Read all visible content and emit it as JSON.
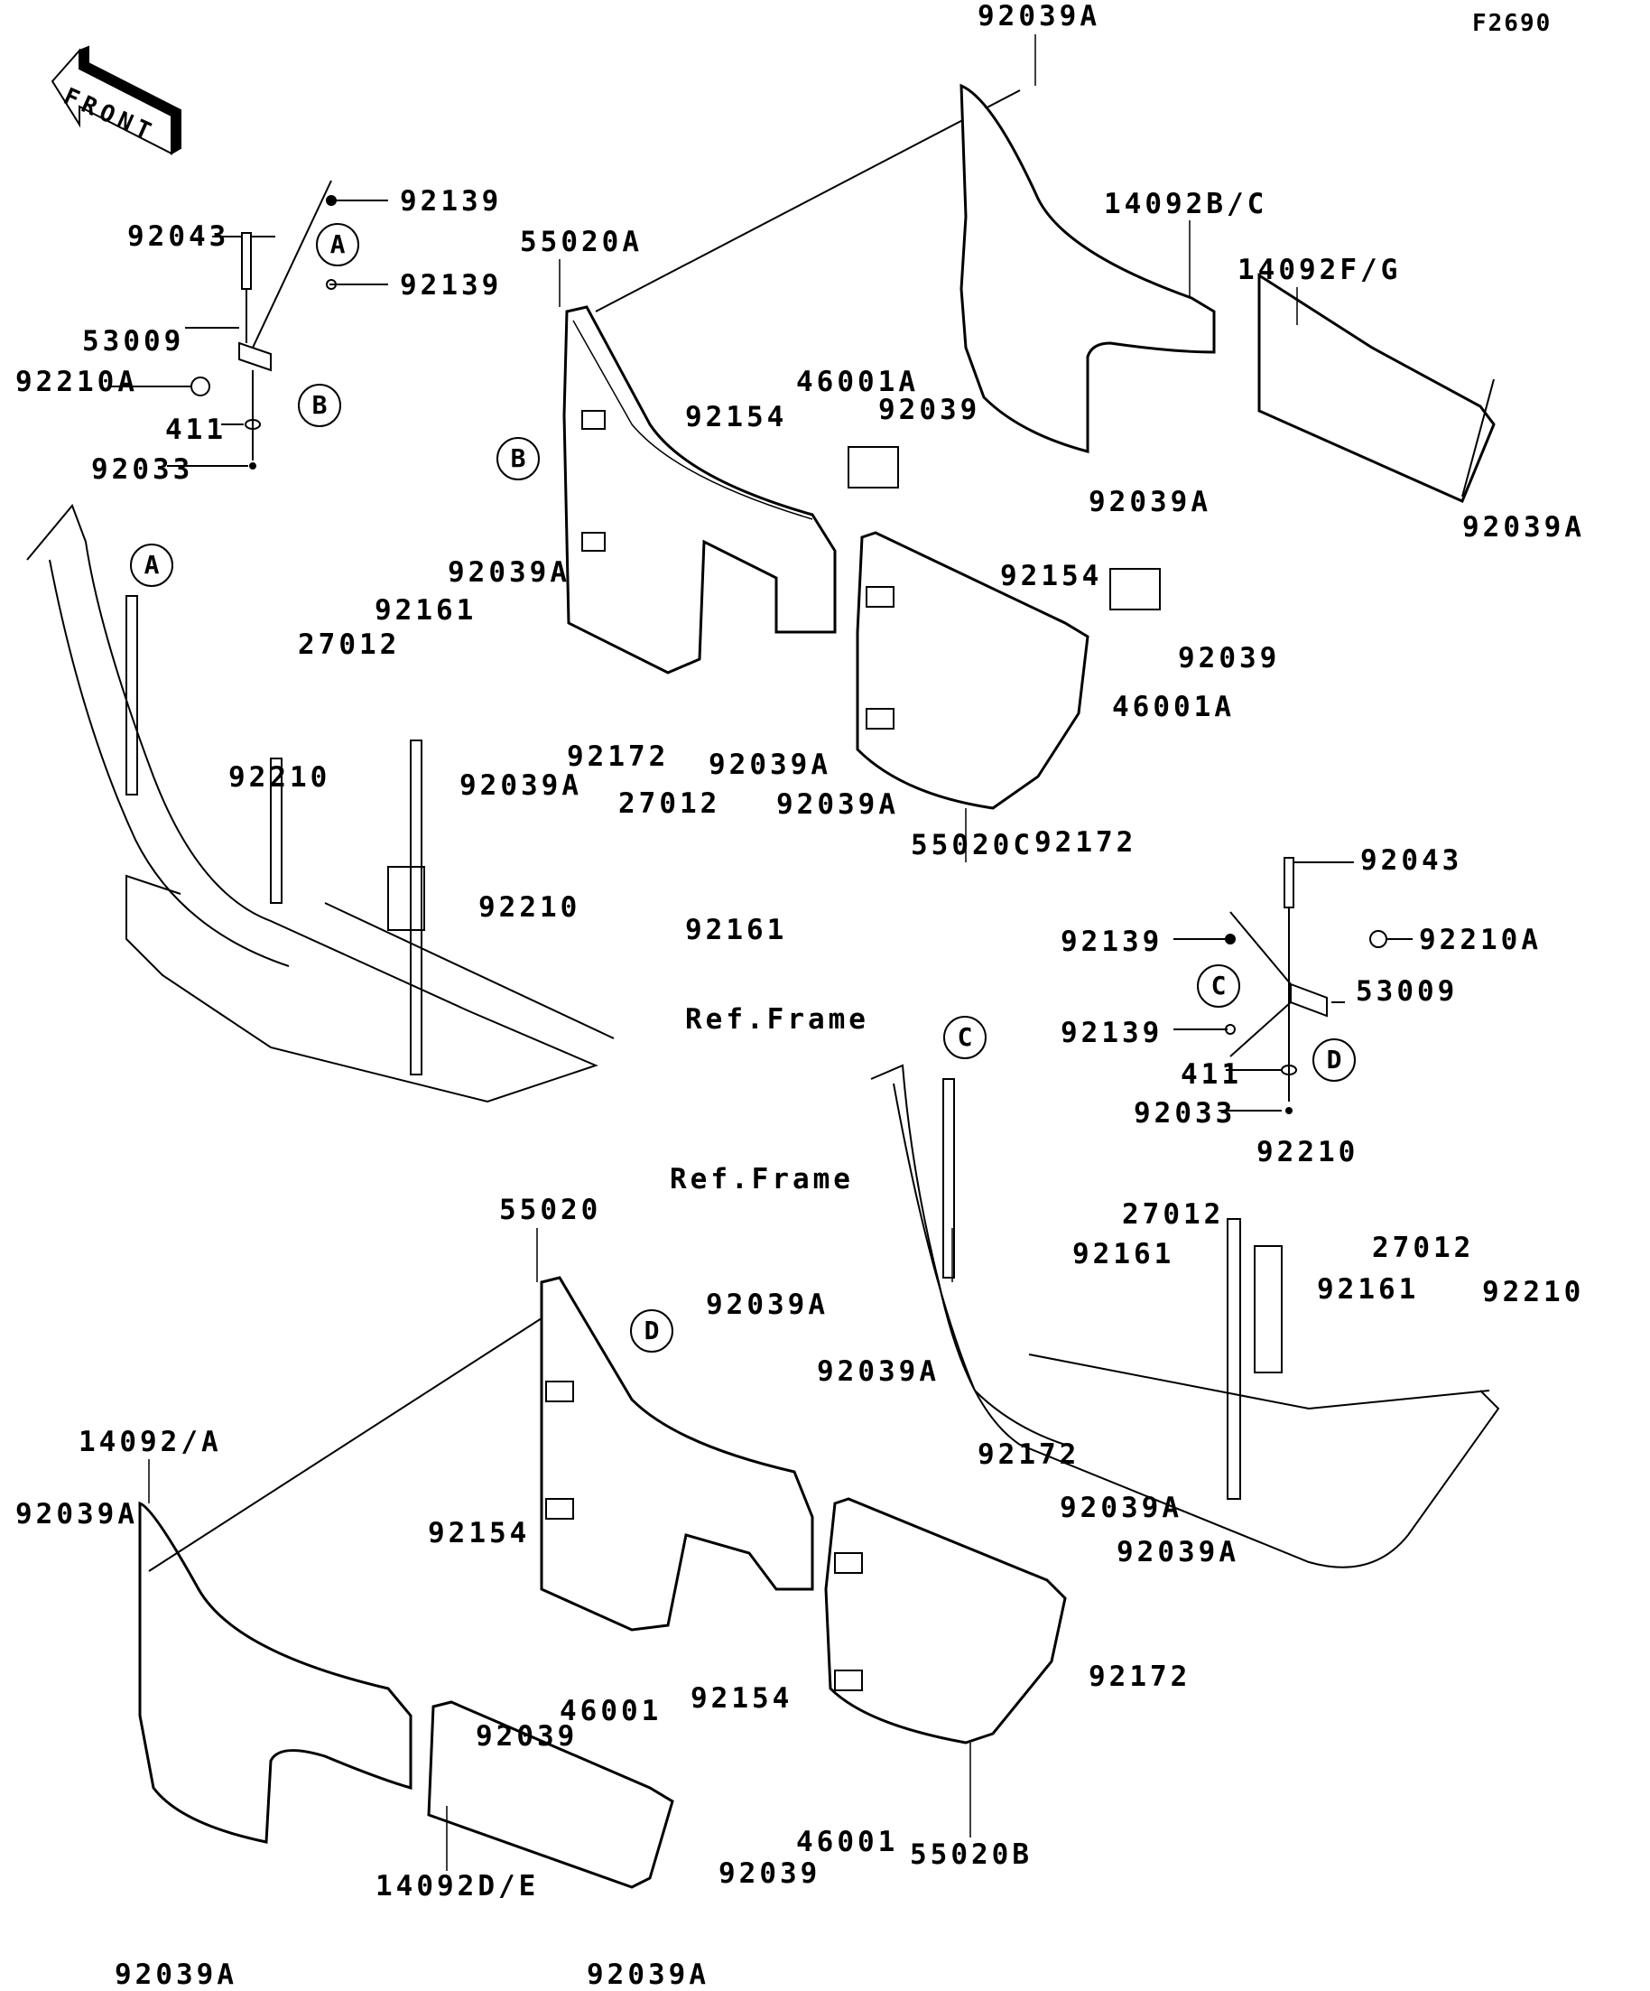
{
  "diagram": {
    "figure_code": "F2690",
    "front_arrow_label": "FRONT",
    "ref_frame_label": "Ref.Frame",
    "callouts": {
      "A": "A",
      "B": "B",
      "C": "C",
      "D": "D"
    },
    "labels": {
      "top_92039A": "92039A",
      "ul_92139_a": "92139",
      "ul_92043": "92043",
      "ul_92139_b": "92139",
      "ul_53009": "53009",
      "ul_92210A": "92210A",
      "ul_411": "411",
      "ul_92033": "92033",
      "p_55020A": "55020A",
      "p_46001A_top": "46001A",
      "p_92039_top": "92039",
      "p_92154_a": "92154",
      "p_14092BC": "14092B/C",
      "p_14092FG": "14092F/G",
      "p_92039A_mid": "92039A",
      "p_92039A_right": "92039A",
      "p_92154_b": "92154",
      "p_92039A_leftmid": "92039A",
      "p_92161_a": "92161",
      "p_27012_a": "27012",
      "p_92039_right": "92039",
      "p_46001A_right": "46001A",
      "p_92172_a": "92172",
      "p_92039A_c": "92039A",
      "p_92039A_d": "92039A",
      "p_92210_a": "92210",
      "p_27012_b": "27012",
      "p_92039A_e": "92039A",
      "p_92172_b": "92172",
      "p_55020C": "55020C",
      "mr_92043": "92043",
      "p_92210_b": "92210",
      "p_92161_b": "92161",
      "mr_92139_a": "92139",
      "mr_92210A": "92210A",
      "mr_53009": "53009",
      "mr_92139_b": "92139",
      "mr_411": "411",
      "mr_92033": "92033",
      "lr_92210_a": "92210",
      "lr_27012_a": "27012",
      "p_55020": "55020",
      "lr_92161_a": "92161",
      "lr_27012_b": "27012",
      "lr_92161_b": "92161",
      "lr_92210_b": "92210",
      "l_92039A_a": "92039A",
      "l_92039A_b": "92039A",
      "p_14092A": "14092/A",
      "l_92172_a": "92172",
      "l_92039A_left": "92039A",
      "l_92039A_c": "92039A",
      "l_92154_a": "92154",
      "l_92039A_d": "92039A",
      "l_92172_b": "92172",
      "l_46001_a": "46001",
      "l_92154_b": "92154",
      "l_92039_a": "92039",
      "l_46001_b": "46001",
      "l_92039_b": "92039",
      "p_55020B": "55020B",
      "p_14092DE": "14092D/E",
      "l_92039A_bl": "92039A",
      "l_92039A_bottom": "92039A"
    }
  }
}
